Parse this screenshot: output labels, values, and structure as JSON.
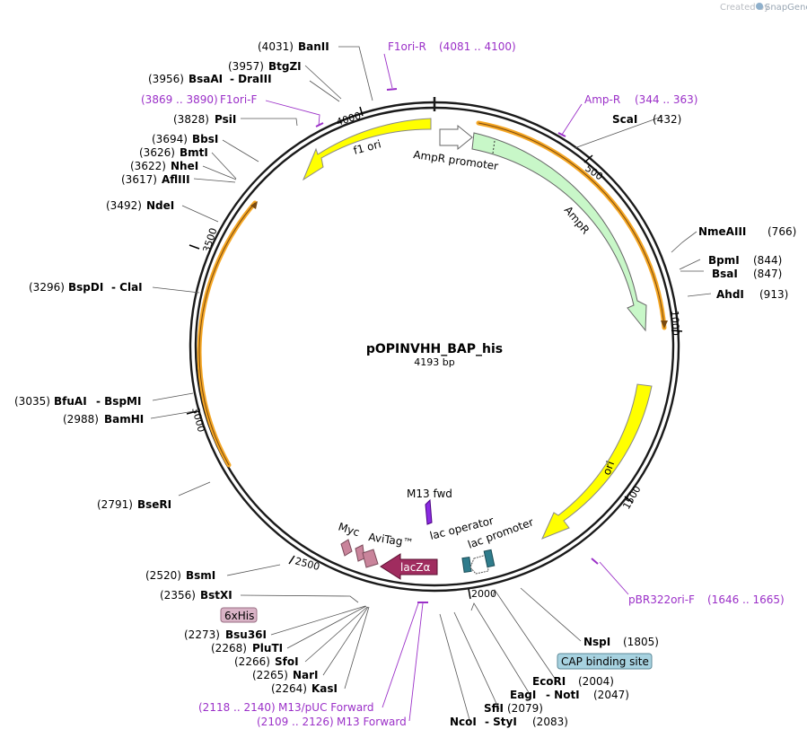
{
  "credit": {
    "prefix": "Created by",
    "brand": "SnapGene"
  },
  "plasmid": {
    "name": "pOPINVHH_BAP_his",
    "length": "4193 bp"
  },
  "colors": {
    "backbone": "#1a1a1a",
    "primer": "#9b30c8",
    "ampr": "#c8f7c8",
    "ori": "#ffff00",
    "orange_arc": "#f5a623",
    "lacz": "#a02c5f",
    "tag": "#c9849b",
    "promoter": "#e8e8e8",
    "operator": "#2f7c8c",
    "misc_feature_box": "#a7d2e0",
    "his_box": "#d9b3c6"
  },
  "tick_labels": [
    "500",
    "1000",
    "1500",
    "2000",
    "2500",
    "3000",
    "3500",
    "4000"
  ],
  "features": {
    "f1_ori": "f1 ori",
    "ampr_promoter": "AmpR promoter",
    "ampr": "AmpR",
    "ori": "ori",
    "m13_fwd": "M13 fwd",
    "lac_operator": "lac operator",
    "lac_promoter": "lac promoter",
    "lacz": "lacZα",
    "myc": "Myc",
    "avitag": "AviTag™"
  },
  "boxed": {
    "his": "6xHis",
    "cap": "CAP binding site"
  },
  "enzymes_left": [
    {
      "pos": "(4031)",
      "name": "BanII"
    },
    {
      "pos": "(3957)",
      "name": "BtgZI"
    },
    {
      "pos": "(3956)",
      "name": "BsaAI",
      "extra": "- DraIII"
    },
    {
      "pos": "(3828)",
      "name": "PsiI"
    },
    {
      "pos": "(3694)",
      "name": "BbsI"
    },
    {
      "pos": "(3626)",
      "name": "BmtI"
    },
    {
      "pos": "(3622)",
      "name": "NheI"
    },
    {
      "pos": "(3617)",
      "name": "AflIII"
    },
    {
      "pos": "(3492)",
      "name": "NdeI"
    },
    {
      "pos": "(3296)",
      "name": "BspDI",
      "extra": "- ClaI"
    },
    {
      "pos": "(3035)",
      "name": "BfuAI",
      "extra": "- BspMI"
    },
    {
      "pos": "(2988)",
      "name": "BamHI"
    },
    {
      "pos": "(2791)",
      "name": "BseRI"
    },
    {
      "pos": "(2520)",
      "name": "BsmI"
    },
    {
      "pos": "(2356)",
      "name": "BstXI"
    },
    {
      "pos": "(2273)",
      "name": "Bsu36I"
    },
    {
      "pos": "(2268)",
      "name": "PluTI"
    },
    {
      "pos": "(2266)",
      "name": "SfoI"
    },
    {
      "pos": "(2265)",
      "name": "NarI"
    },
    {
      "pos": "(2264)",
      "name": "KasI"
    }
  ],
  "enzymes_right": [
    {
      "name": "ScaI",
      "pos": "(432)"
    },
    {
      "name": "NmeAIII",
      "pos": "(766)"
    },
    {
      "name": "BpmI",
      "pos": "(844)"
    },
    {
      "name": "BsaI",
      "pos": "(847)"
    },
    {
      "name": "AhdI",
      "pos": "(913)"
    },
    {
      "name": "NspI",
      "pos": "(1805)"
    },
    {
      "name": "EcoRI",
      "pos": "(2004)"
    },
    {
      "name": "EagI",
      "extra": "- NotI",
      "pos": "(2047)"
    },
    {
      "name": "SfiI",
      "pos": "(2079)"
    },
    {
      "name": "NcoI",
      "extra": "- StyI",
      "pos": "(2083)"
    }
  ],
  "primers": [
    {
      "name": "F1ori-R",
      "range": "(4081 .. 4100)"
    },
    {
      "name": "Amp-R",
      "range": "(344 .. 363)"
    },
    {
      "name": "F1ori-F",
      "range": "(3869 .. 3890)"
    },
    {
      "name": "pBR322ori-F",
      "range": "(1646 .. 1665)"
    },
    {
      "name": "M13/pUC Forward",
      "range": "(2118 .. 2140)"
    },
    {
      "name": "M13 Forward",
      "range": "(2109 .. 2126)"
    }
  ]
}
